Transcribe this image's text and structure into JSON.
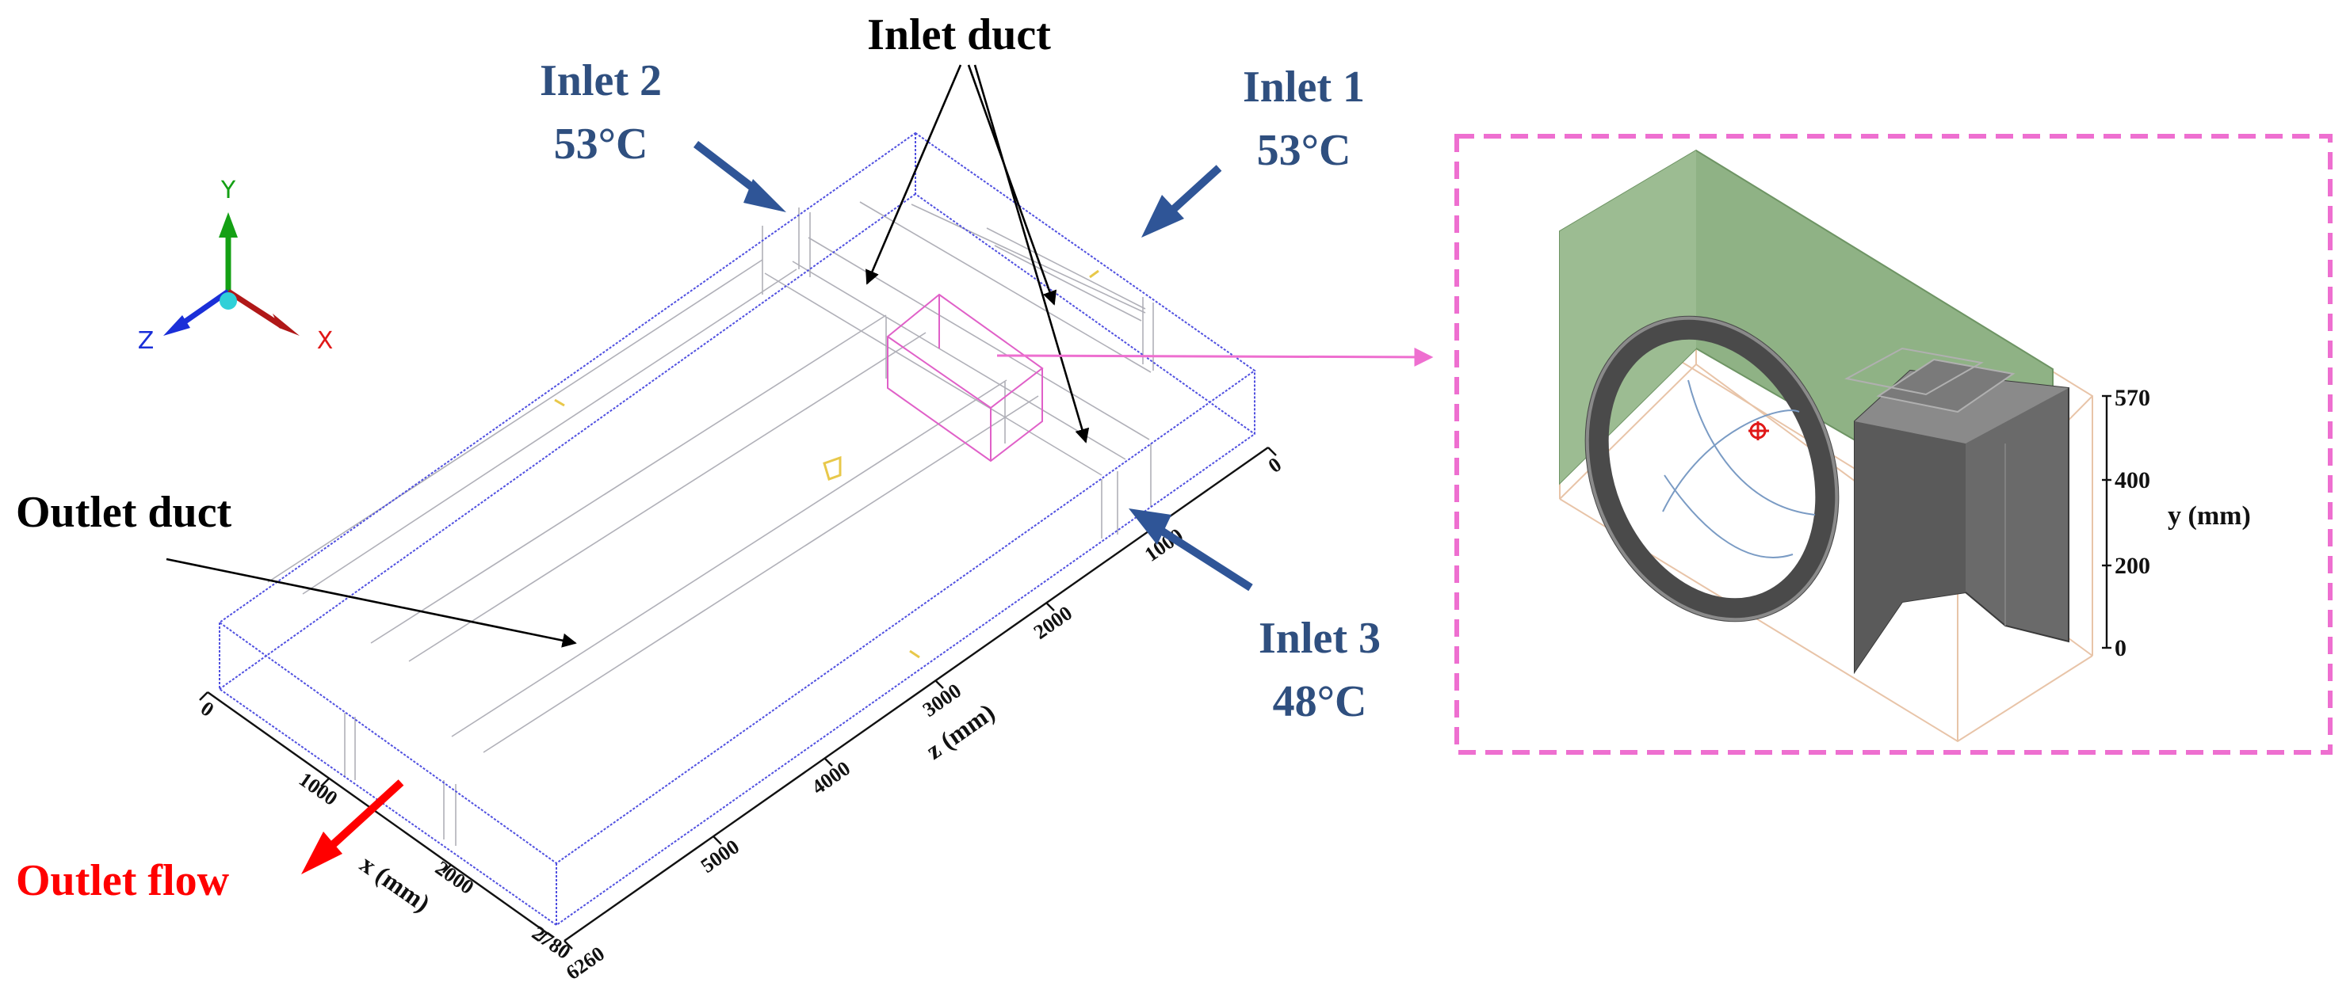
{
  "labels": {
    "inlet_duct": "Inlet duct",
    "inlet2_name": "Inlet 2",
    "inlet2_temp": "53°C",
    "inlet1_name": "Inlet 1",
    "inlet1_temp": "53°C",
    "inlet3_name": "Inlet 3",
    "inlet3_temp": "48°C",
    "outlet_duct": "Outlet duct",
    "outlet_flow": "Outlet flow"
  },
  "axes_triad": {
    "x": "X",
    "y": "Y",
    "z": "Z"
  },
  "x_axis": {
    "label": "x (mm)",
    "ticks": [
      "0",
      "1000",
      "2000",
      "2780"
    ]
  },
  "z_axis": {
    "label": "z (mm)",
    "ticks": [
      "0",
      "1000",
      "2000",
      "3000",
      "4000",
      "5000",
      "6260"
    ]
  },
  "y_axis": {
    "label": "y (mm)",
    "ticks": [
      "0",
      "200",
      "400",
      "570"
    ]
  },
  "colors": {
    "inlet_label": "#2f4f7f",
    "inlet_arrow": "#2f5597",
    "outlet_label": "#ff0000",
    "outlet_arrow": "#ff0000",
    "box_wire": "#5050e0",
    "inner_wire": "#b0b0b8",
    "highlight": "#e060c8",
    "inset_border": "#ee6fd0",
    "green_panel": "#8fb285",
    "duct_gray": "#6a6a6a"
  }
}
